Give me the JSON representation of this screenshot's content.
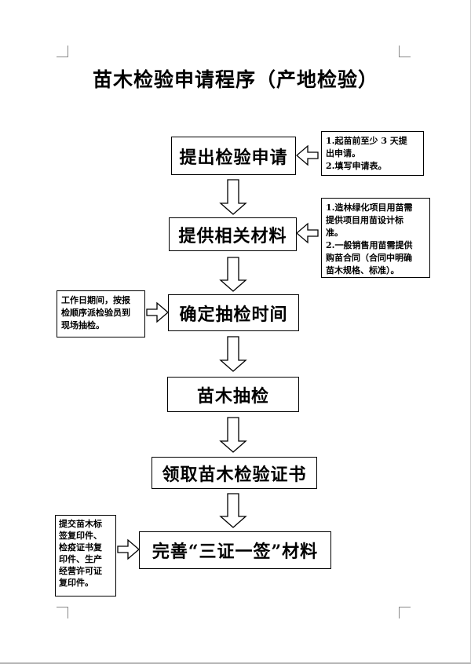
{
  "title": "苗木检验申请程序（产地检验）",
  "steps": [
    "提出检验申请",
    "提供相关材料",
    "确定抽检时间",
    "苗木抽检",
    "领取苗木检验证书",
    "完善“三证一签”材料"
  ],
  "notes": {
    "apply": [
      "1.起苗前至少 3 天提",
      "出申请。",
      "2.填写申请表。"
    ],
    "materials": [
      "1.造林绿化项目用苗需",
      "提供项目用苗设计标",
      "准。",
      "2.一般销售用苗需提供",
      "购苗合同（合同中明确",
      "苗木规格、标准）。"
    ],
    "schedule": [
      "工作日期间，按报",
      "检顺序派检验员到",
      "现场抽检。"
    ],
    "complete": [
      "提交苗木标",
      "签复印件、",
      "检疫证书复",
      "印件、生产",
      "经营许可证",
      "复印件。"
    ]
  }
}
